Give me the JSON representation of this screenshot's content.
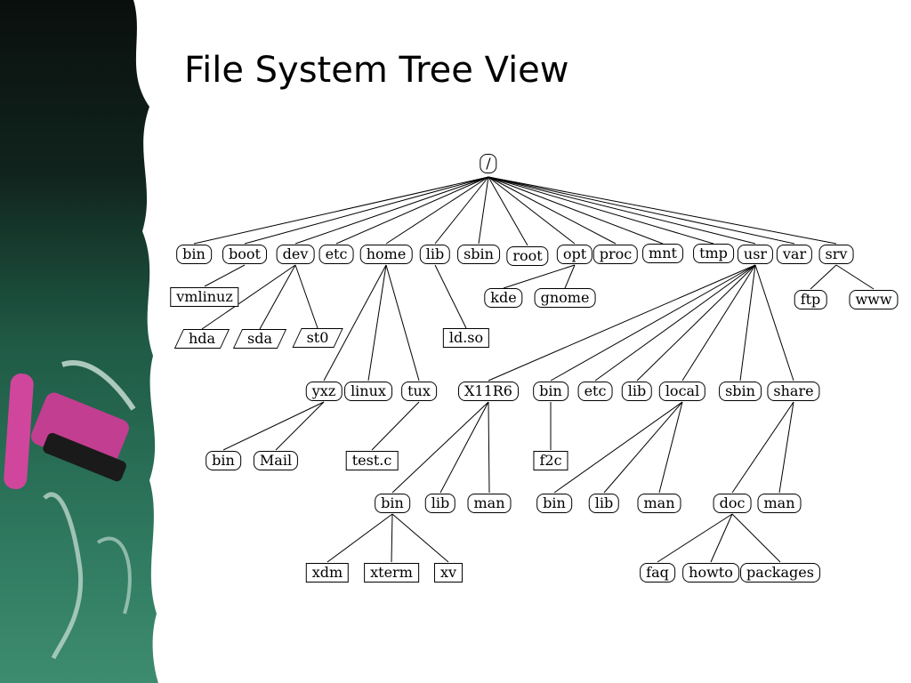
{
  "title": "File System Tree View",
  "nodes": {
    "root": "/",
    "bin": "bin",
    "boot": "boot",
    "dev": "dev",
    "etc": "etc",
    "home": "home",
    "lib": "lib",
    "sbin": "sbin",
    "root_dir": "root",
    "opt": "opt",
    "proc": "proc",
    "mnt": "mnt",
    "tmp": "tmp",
    "usr": "usr",
    "var": "var",
    "srv": "srv",
    "vmlinuz": "vmlinuz",
    "hda": "hda",
    "sda": "sda",
    "st0": "st0",
    "ld_so": "ld.so",
    "kde": "kde",
    "gnome": "gnome",
    "ftp": "ftp",
    "www": "www",
    "yxz": "yxz",
    "linux": "linux",
    "tux": "tux",
    "yxz_bin": "bin",
    "yxz_mail": "Mail",
    "test_c": "test.c",
    "x11r6": "X11R6",
    "usr_bin": "bin",
    "usr_etc": "etc",
    "usr_lib": "lib",
    "usr_local": "local",
    "usr_sbin": "sbin",
    "usr_share": "share",
    "f2c": "f2c",
    "x11_bin": "bin",
    "x11_lib": "lib",
    "x11_man": "man",
    "xdm": "xdm",
    "xterm": "xterm",
    "xv": "xv",
    "local_bin": "bin",
    "local_lib": "lib",
    "local_man": "man",
    "share_doc": "doc",
    "share_man": "man",
    "faq": "faq",
    "howto": "howto",
    "packages": "packages"
  },
  "edge_color": "#000000"
}
